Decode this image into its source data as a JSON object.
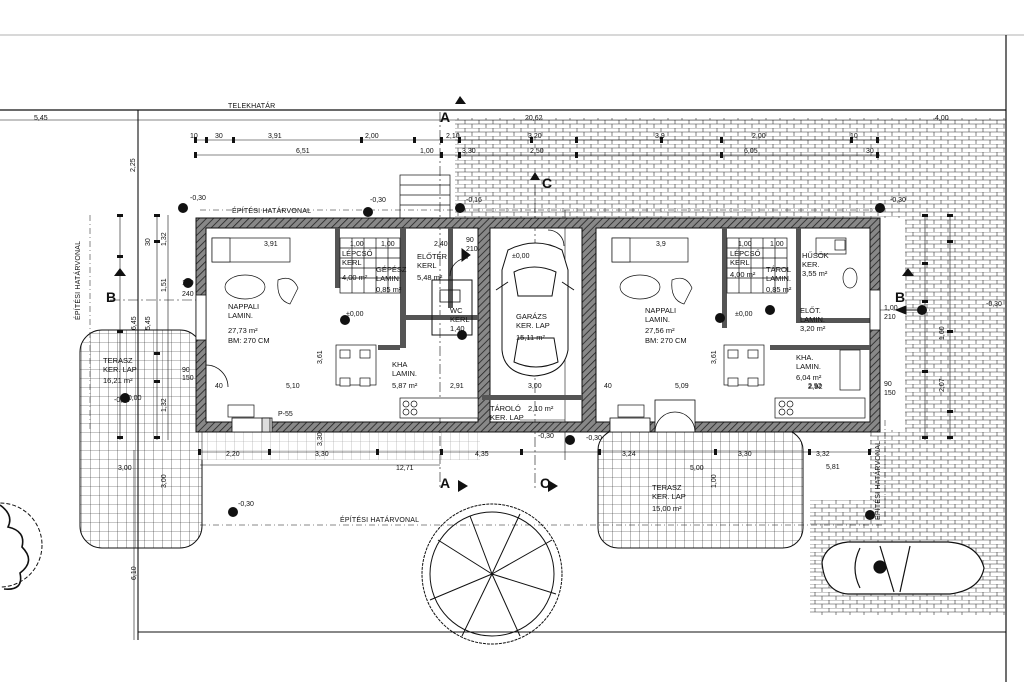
{
  "labels": {
    "telekhatar": "TELEKHATÁR",
    "epitesi_top": "ÉPÍTÉSI HATÁRVONAL",
    "epitesi_bottom": "ÉPÍTÉSI HATÁRVONAL",
    "epitesi_left": "ÉPÍTÉSI HATÁRVONAL",
    "epitesi_right": "ÉPÍTÉSI HATÁRVONAL",
    "section_a_top": "A",
    "section_a_bottom": "A",
    "section_b_left": "B",
    "section_b_right": "B",
    "section_c_top": "C",
    "section_c_bottom": "C"
  },
  "dims_top": {
    "d545": "5,45",
    "d2062": "20,62",
    "d400": "4,00",
    "d10a": "10",
    "d30a": "30",
    "d391a": "3,91",
    "d200a": "2,00",
    "d651": "6,51",
    "d100a": "1,00",
    "d210": "2,10",
    "d320": "3,20",
    "d330": "3,30",
    "d250": "2,50",
    "d39b": "3,9",
    "d200b": "2,00",
    "d605": "6,05",
    "d10b": "10",
    "d30b": "30",
    "d225": "2,25",
    "d030a": "-0,30",
    "d030b": "-0,30",
    "d010": "-0,16",
    "d030c": "-0,30"
  },
  "rooms": {
    "nappali1": {
      "name": "NAPPALI",
      "floor": "LAMIN.",
      "area": "27,73 m²",
      "height": "BM: 270 CM"
    },
    "lepcso1": {
      "name": "LÉPCSŐ",
      "floor": "KERL",
      "area": "4,00 m²"
    },
    "gepesz": {
      "name": "GÉPÉSZ",
      "floor": "LAMIN.",
      "area": "0,85 m²"
    },
    "eloter1": {
      "name": "ELŐTÉR",
      "floor": "KERL",
      "area": "5,48 m²"
    },
    "wc": {
      "name": "WC",
      "floor": "KERL",
      "area": "1,40"
    },
    "konyha1": {
      "name": "KHA",
      "floor": "LAMIN.",
      "area": "5,87 m²"
    },
    "garazs": {
      "name": "GARÁZS",
      "floor": "KER. LAP",
      "area": "15,11 m²"
    },
    "tarolo": {
      "name": "TÁROLÓ",
      "area": "2,10 m²",
      "floor": "KER. LAP"
    },
    "nappali2": {
      "name": "NAPPALI",
      "floor": "LAMIN.",
      "area": "27,56 m²",
      "height": "BM: 270 CM"
    },
    "lepcso2": {
      "name": "LÉPCSŐ",
      "floor": "KERL",
      "area": "4,00 m²"
    },
    "tarol2": {
      "name": "TÁROL",
      "floor": "LAMIN.",
      "area": "0,85 m²"
    },
    "furdo": {
      "name": "HŰSÖK",
      "floor": "KER.",
      "area": "3,55 m²"
    },
    "eloter2": {
      "name": "ELŐT.",
      "floor": "LAMIN.",
      "area": "3,20 m²"
    },
    "konyha2": {
      "name": "KHA.",
      "floor": "LAMIN.",
      "area": "6,04 m²",
      "extra": "2,92"
    },
    "terasz1": {
      "name": "TERASZ",
      "floor": "KER. LAP",
      "area": "16,21 m²"
    },
    "terasz2": {
      "name": "TERASZ",
      "floor": "KER. LAP",
      "area": "15,00 m²"
    }
  },
  "dims_plan": {
    "n391": "3,91",
    "n100a": "1,00",
    "n100b": "1,00",
    "n240a": "2,40",
    "n90a": "90",
    "n210a": "210",
    "n40a": "40",
    "n000a": "±0,00",
    "n000b": "±0,00",
    "n000c": "±0,00",
    "n000d": "±0,00",
    "n361a": "3,61",
    "n361b": "3,61",
    "n510": "5,10",
    "n291": "2,91",
    "n300g": "3,00",
    "n509": "5,09",
    "n292": "2,92",
    "n39b": "3,9",
    "n100c": "1,00",
    "n100d": "1,00",
    "n40b": "40",
    "n150a": "150",
    "n240b": "240",
    "n090": "90",
    "n150b": "150",
    "n545": "5,45",
    "n645": "6,45",
    "n132a": "1,32",
    "n132b": "1,32",
    "n151": "1,51",
    "n30": "30",
    "n100e": "1,00",
    "n210b": "210",
    "n030": "-0,30",
    "n90b": "90",
    "n150c": "150",
    "n207": "2,07",
    "n160": "1,60",
    "pipe": "P-55"
  },
  "dims_bottom": {
    "b220": "2,20",
    "b330": "3,30",
    "b1271": "12,71",
    "b435": "4,35",
    "b300a": "3,00",
    "b300b": "3,00",
    "b324": "3,24",
    "b500": "5,00",
    "b330b": "3,30",
    "b332": "3,32",
    "b581": "5,81",
    "b330c": "3,30",
    "b610": "6,10",
    "b100": "1,00",
    "b030a": "-0,30",
    "b030b": "-0,30",
    "b030c": "-0,30",
    "b030d": "-0,30"
  },
  "colors": {
    "line": "#111111",
    "hatch": "#444444",
    "paper": "#ffffff"
  }
}
